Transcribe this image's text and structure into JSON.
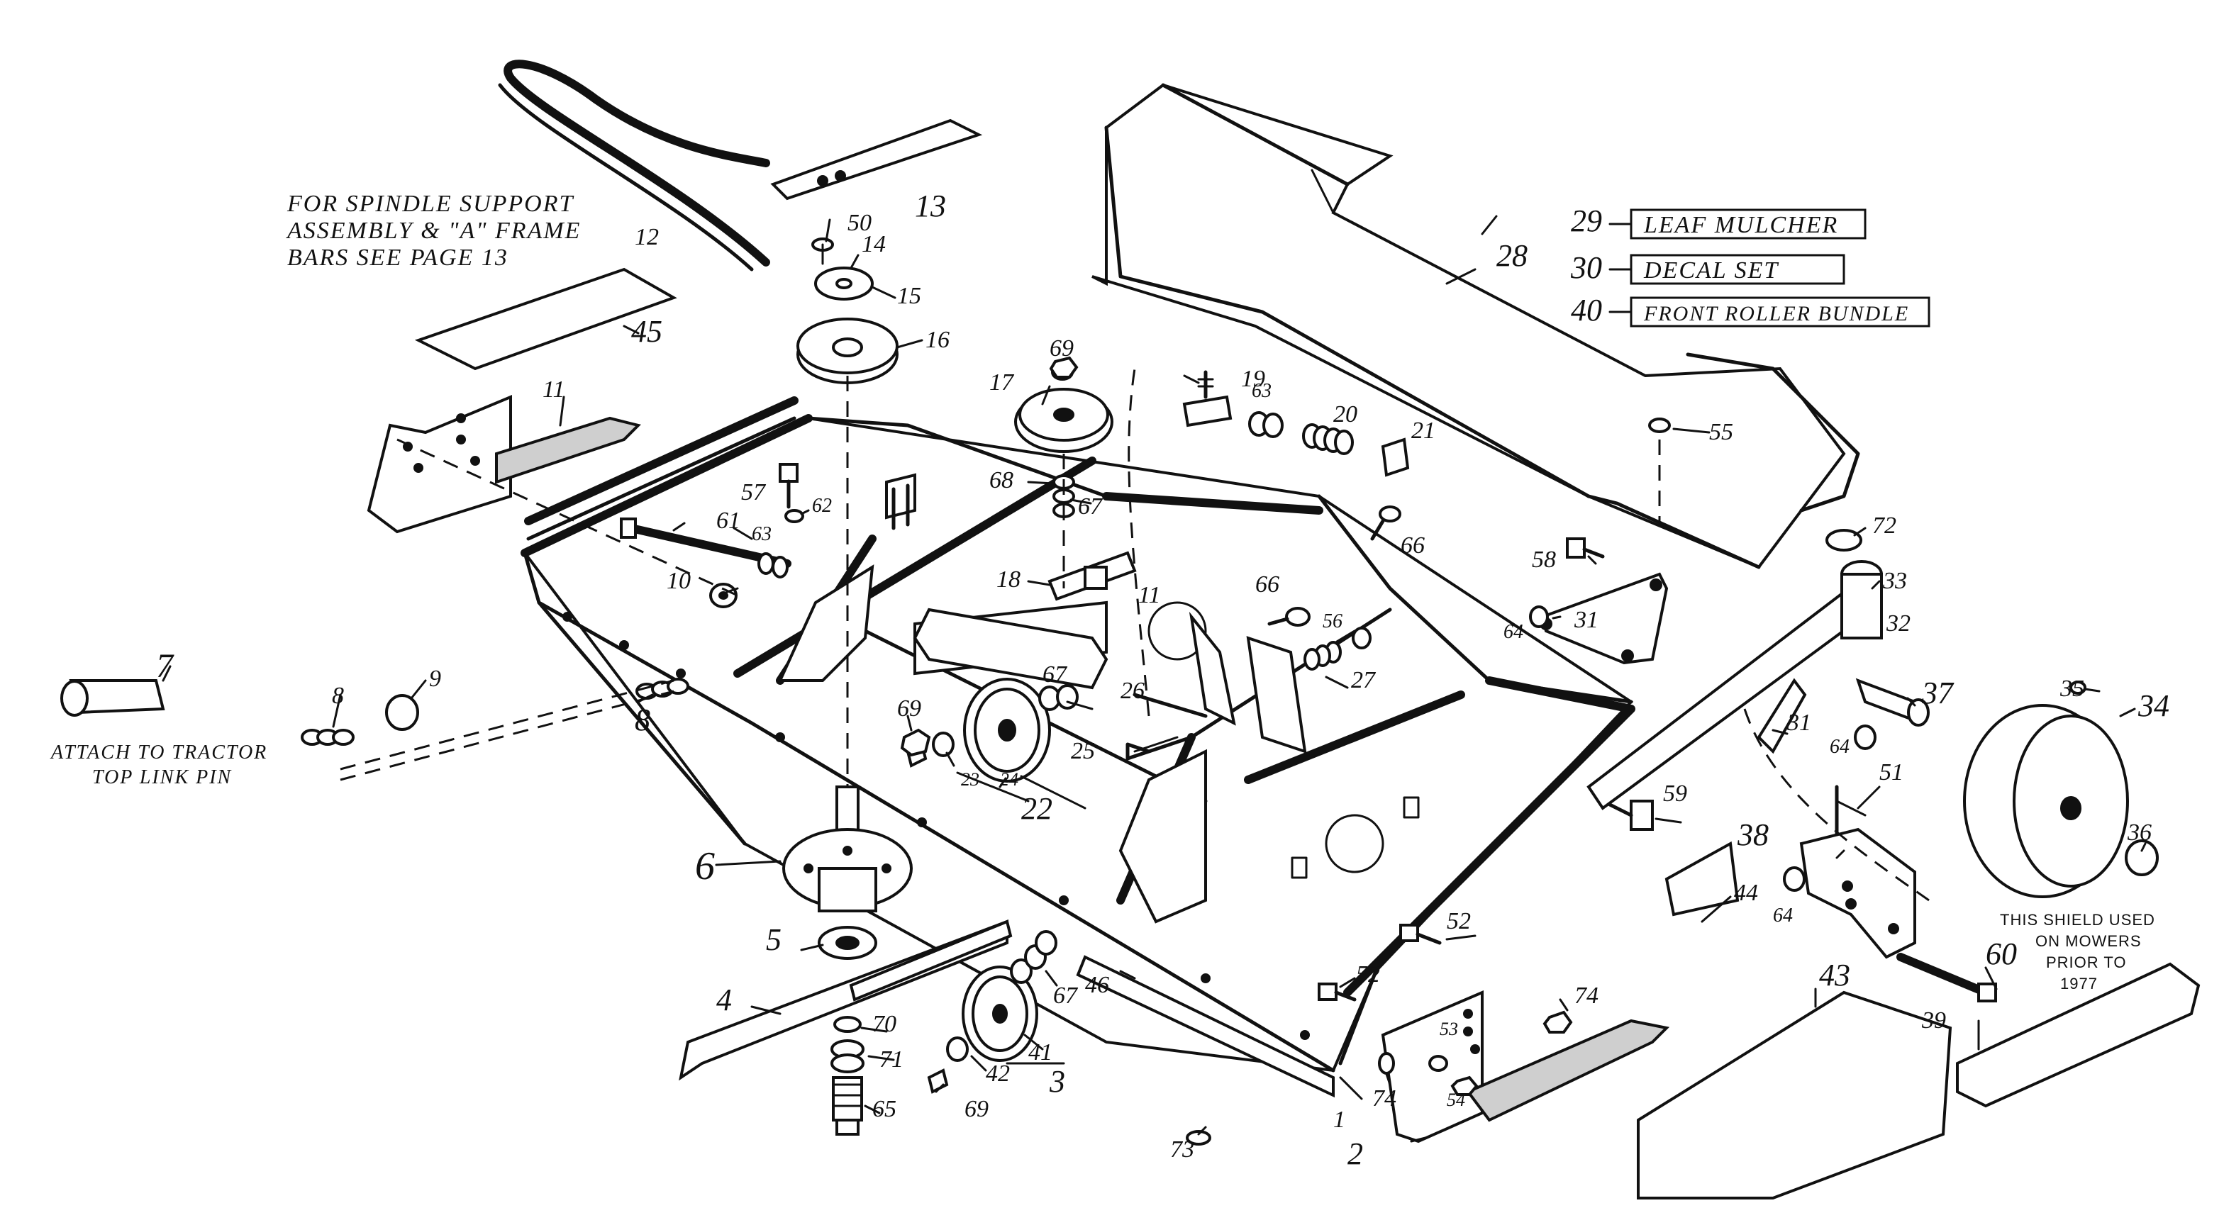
{
  "notes": {
    "spindle_line1": "FOR SPINDLE SUPPORT",
    "spindle_line2": "ASSEMBLY & \"A\" FRAME",
    "spindle_line3": "BARS SEE PAGE 13",
    "attach_line1": "ATTACH TO TRACTOR",
    "attach_line2": "TOP LINK PIN",
    "shield_line1": "THIS SHIELD USED",
    "shield_line2": "ON MOWERS",
    "shield_line3": "PRIOR TO",
    "shield_line4": "1977"
  },
  "legend": [
    {
      "num": "29",
      "text": "LEAF MULCHER"
    },
    {
      "num": "30",
      "text": "DECAL SET"
    },
    {
      "num": "40",
      "text": "FRONT ROLLER BUNDLE"
    }
  ],
  "callouts": {
    "c1": "1",
    "c2": "2",
    "c3": "3",
    "c4": "4",
    "c5": "5",
    "c6": "6",
    "c7": "7",
    "c8a": "8",
    "c8b": "8",
    "c9": "9",
    "c10": "10",
    "c11a": "11",
    "c11b": "11",
    "c12": "12",
    "c13": "13",
    "c14": "14",
    "c15": "15",
    "c16": "16",
    "c17": "17",
    "c18": "18",
    "c19": "19",
    "c20": "20",
    "c21": "21",
    "c22": "22",
    "c23": "23",
    "c24": "24",
    "c25": "25",
    "c26": "26",
    "c27": "27",
    "c28": "28",
    "c31a": "31",
    "c31b": "31",
    "c32": "32",
    "c33": "33",
    "c34": "34",
    "c35": "35",
    "c36": "36",
    "c37": "37",
    "c38": "38",
    "c39": "39",
    "c41": "41",
    "c42": "42",
    "c43": "43",
    "c44": "44",
    "c45": "45",
    "c46": "46",
    "c50": "50",
    "c51": "51",
    "c52a": "52",
    "c52b": "52",
    "c53": "53",
    "c54": "54",
    "c55": "55",
    "c56": "56",
    "c57": "57",
    "c58": "58",
    "c59": "59",
    "c60": "60",
    "c61": "61",
    "c62": "62",
    "c63a": "63",
    "c63b": "63",
    "c64a": "64",
    "c64b": "64",
    "c64c": "64",
    "c65": "65",
    "c66a": "66",
    "c66b": "66",
    "c67a": "67",
    "c67b": "67",
    "c67c": "67",
    "c68": "68",
    "c69a": "69",
    "c69b": "69",
    "c69c": "69",
    "c70": "70",
    "c71": "71",
    "c72": "72",
    "c73": "73",
    "c74a": "74",
    "c74b": "74"
  }
}
